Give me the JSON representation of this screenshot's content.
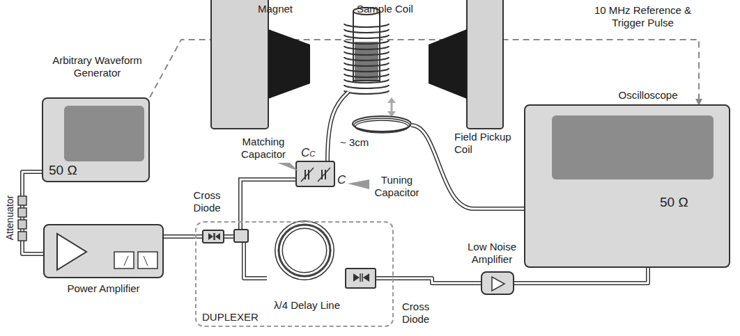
{
  "diagram": {
    "nodes": [
      {
        "text": [
          "Arbitrary Waveform Generator",
          "50 Ω"
        ]
      },
      {
        "text": [
          "Power Amplifier"
        ]
      },
      {
        "text": [
          "DUPLEXER"
        ]
      },
      {
        "text": [
          "Cross Diode"
        ],
        "in": 2
      },
      {
        "text": [
          "λ/4 Delay Line"
        ],
        "in": 2
      },
      {
        "text": [
          "Cross Diode"
        ],
        "in": 2
      },
      {
        "text": [
          "Low Noise Amplifier"
        ]
      },
      {
        "text": [
          "Oscilloscope",
          "50 Ω"
        ]
      }
    ],
    "edges": [
      {
        "from": 0,
        "to": 1,
        "arrow": "none"
      },
      {
        "from": 1,
        "to": 3,
        "arrow": "none"
      },
      {
        "from": 3,
        "to": 4,
        "arrow": "none"
      },
      {
        "from": 4,
        "to": 5,
        "arrow": "none"
      },
      {
        "from": 5,
        "to": 6,
        "arrow": "none"
      },
      {
        "from": 6,
        "to": 7,
        "arrow": "none"
      },
      {
        "from": 0,
        "to": 7,
        "label": "10 MHz Reference & Trigger Pulse",
        "arrow": "to"
      }
    ],
    "labels": [
      "Magnet",
      "Sample Coil",
      "Matching Capacitor",
      "CC",
      "C",
      "Tuning Capacitor",
      "~ 3cm",
      "Field Pickup Coil",
      "Attenuator"
    ]
  }
}
